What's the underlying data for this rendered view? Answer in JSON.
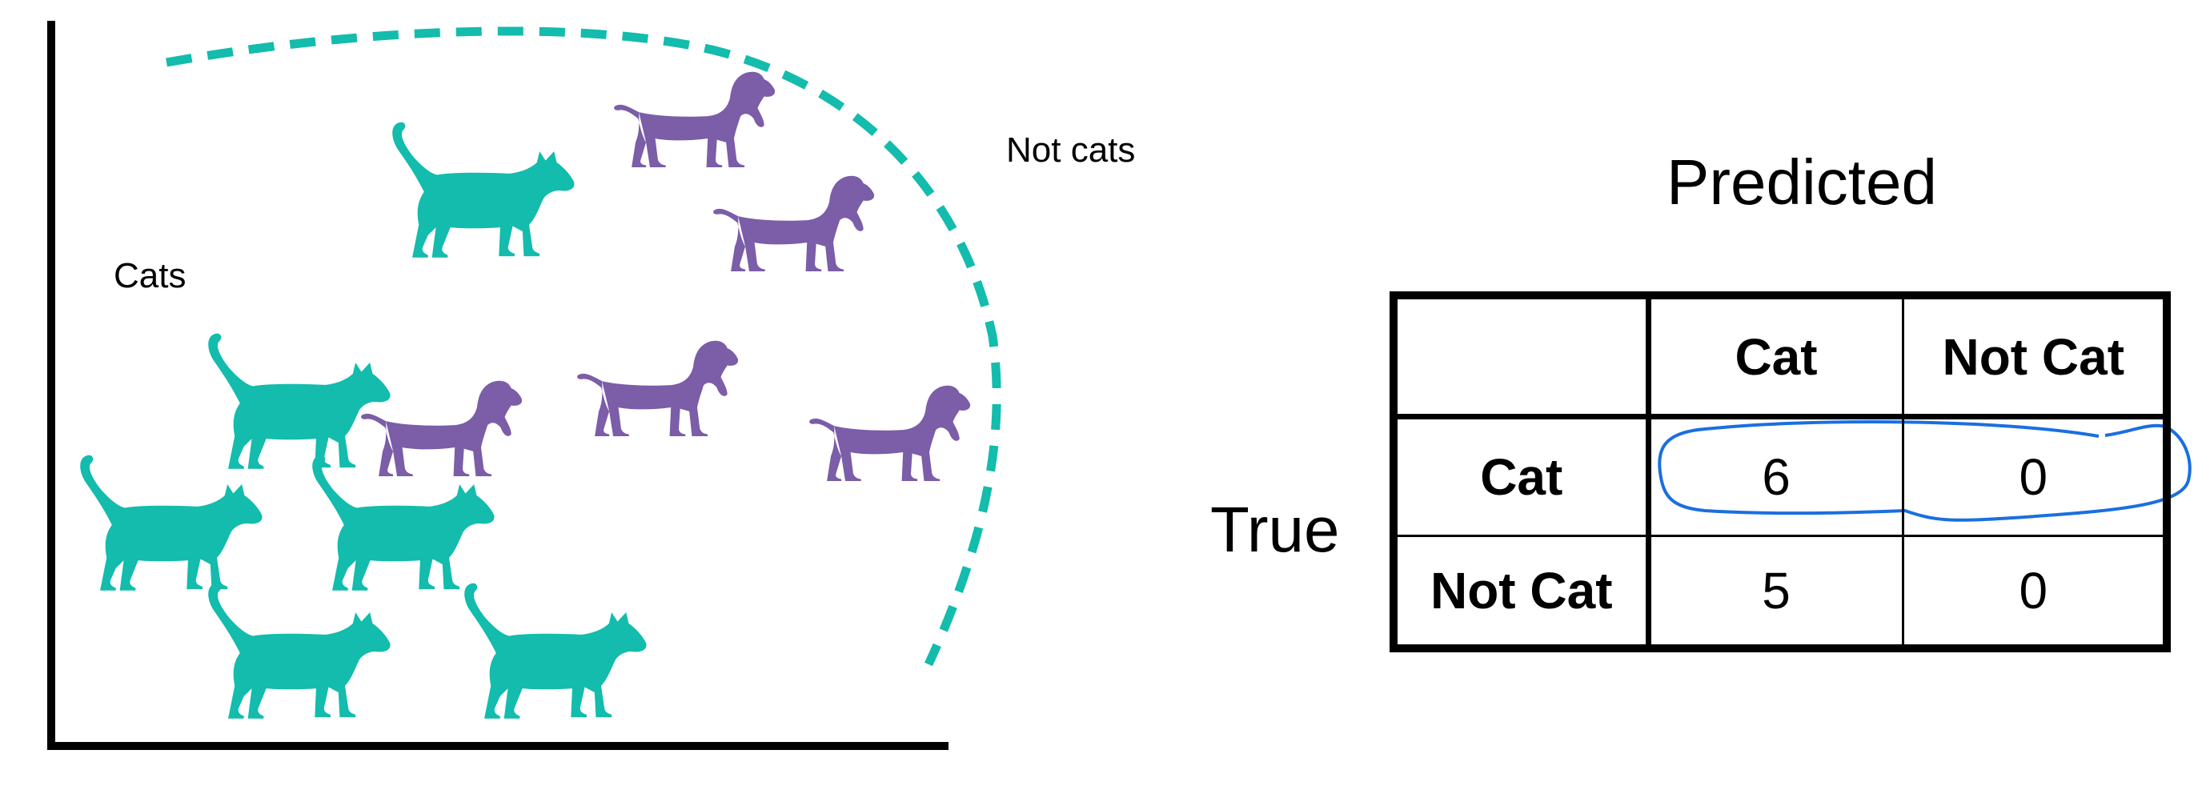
{
  "scatter": {
    "cats_label": "Cats",
    "not_cats_label": "Not cats",
    "cat_color": "#13bcac",
    "dog_color": "#7b5da8",
    "boundary_color": "#13bcac"
  },
  "confusion_matrix": {
    "predicted_label": "Predicted",
    "true_label": "True",
    "column_headers": [
      "Cat",
      "Not Cat"
    ],
    "rows": [
      {
        "label": "Cat",
        "values": [
          "6",
          "0"
        ]
      },
      {
        "label": "Not Cat",
        "values": [
          "5",
          "0"
        ]
      }
    ],
    "highlight_color": "#1a6fe0"
  }
}
